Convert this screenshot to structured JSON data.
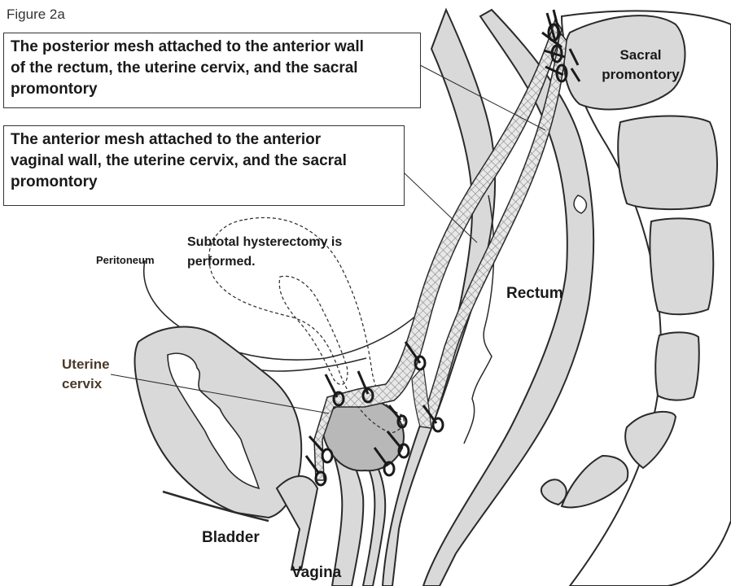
{
  "figure_label": "Figure 2a",
  "callouts": {
    "posterior_mesh": [
      "The posterior mesh attached to the anterior wall",
      "of the rectum, the uterine cervix,  and the sacral",
      "promontory"
    ],
    "anterior_mesh": [
      "The anterior mesh attached to the anterior",
      "vaginal wall, the uterine cervix, and the sacral",
      "promontory"
    ]
  },
  "labels": {
    "sacral": [
      "Sacral",
      "promontory"
    ],
    "hysterectomy": [
      "Subtotal hysterectomy is",
      "performed."
    ],
    "peritoneum": "Peritoneum",
    "rectum": "Rectum",
    "cervix": [
      "Uterine",
      "cervix"
    ],
    "bladder": "Bladder",
    "vagina": "Vagina"
  },
  "colors": {
    "label_dark": "#1a1a1a",
    "cervix_label": "#4a3a2a",
    "tissue_fill": "#d9d9d9",
    "outline": "#2a2a2a"
  }
}
